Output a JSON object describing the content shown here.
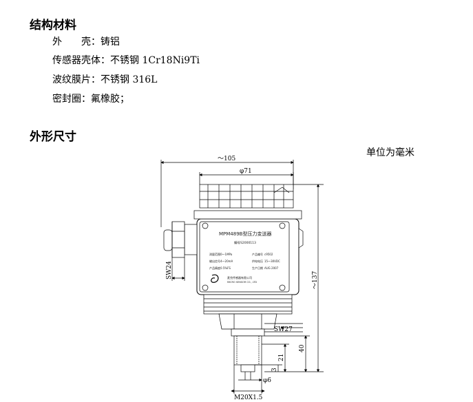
{
  "materials": {
    "heading": "结构材料",
    "lines": [
      "外　　壳：铸铝",
      "传感器壳体：不锈钢 1Cr18Ni9Ti",
      "波纹膜片：不锈钢 316L",
      "密封圈：氟橡胶；"
    ]
  },
  "dimensions": {
    "heading": "外形尺寸",
    "unit": "单位为毫米"
  },
  "drawing": {
    "overall_width": "～105",
    "body_diameter": "φ71",
    "height": "～137",
    "wrench_gland": "SW24",
    "wrench_port": "SW27",
    "port_height": "40",
    "thread_length": "21",
    "shoulder": "3",
    "hole": "φ6",
    "thread": "M20X1.5",
    "nameplate": {
      "model": "MPM489B型压力变送器",
      "serial": "编号S2000113",
      "range_label": "测量范围",
      "range_value": "0～1MPa",
      "output_label": "输出信号",
      "output_value": "4～20mA",
      "accuracy_label": "产品精度",
      "accuracy_value": "0.5%FS",
      "code_label": "产品编号",
      "code_value": "c9502",
      "supply_label": "供电电压",
      "supply_value": "15～30VDC",
      "date_label": "生产日期",
      "date_value": "AUG 2007",
      "maker": "麦克传感器有限公司",
      "maker_en": "MICRO SENSOR CO., LTD"
    }
  }
}
